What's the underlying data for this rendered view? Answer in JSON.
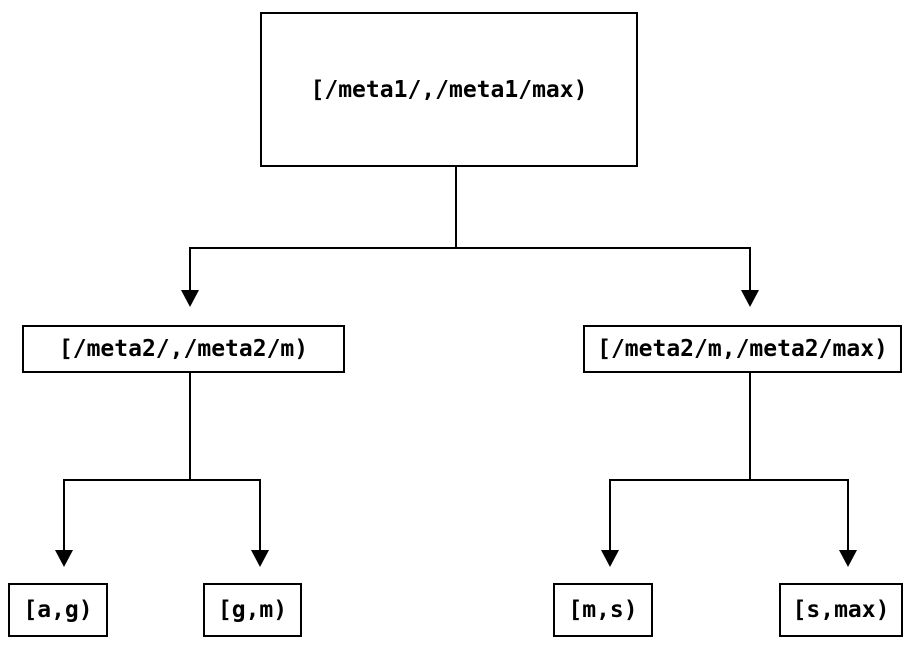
{
  "diagram": {
    "title": "interval-partition-tree",
    "background_color": "#ffffff",
    "line_color": "#000000",
    "nodes": {
      "root": {
        "label": "[/meta1/,/meta1/max)"
      },
      "left": {
        "label": "[/meta2/,/meta2/m)"
      },
      "right": {
        "label": "[/meta2/m,/meta2/max)"
      },
      "leaf_ag": {
        "label": "[a,g)"
      },
      "leaf_gm": {
        "label": "[g,m)"
      },
      "leaf_ms": {
        "label": "[m,s)"
      },
      "leaf_smax": {
        "label": "[s,max)"
      }
    },
    "edges": [
      {
        "from": "root",
        "to": "left"
      },
      {
        "from": "root",
        "to": "right"
      },
      {
        "from": "left",
        "to": "leaf_ag"
      },
      {
        "from": "left",
        "to": "leaf_gm"
      },
      {
        "from": "right",
        "to": "leaf_ms"
      },
      {
        "from": "right",
        "to": "leaf_smax"
      }
    ]
  }
}
